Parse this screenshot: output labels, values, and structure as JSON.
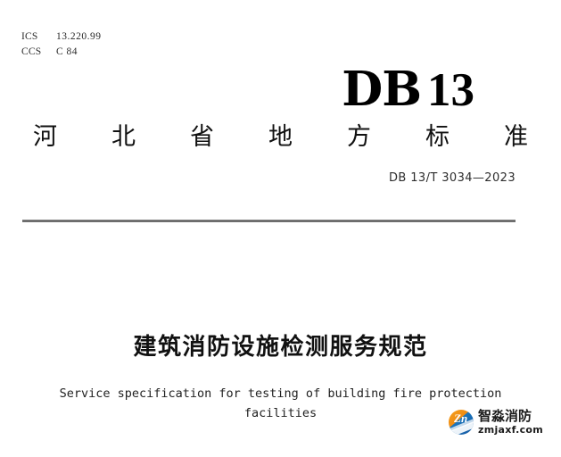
{
  "document": {
    "classification": {
      "ics_key": "ICS",
      "ics_value": "13.220.99",
      "ccs_key": "CCS",
      "ccs_value": "C 84"
    },
    "mark": {
      "letters": "DB",
      "number": "13"
    },
    "province_header": {
      "full_text": "河北省地方标准",
      "chars": [
        "河",
        "北",
        "省",
        "地",
        "方",
        "标",
        "准"
      ]
    },
    "standard_number": "DB 13/T  3034—2023",
    "title_cn": "建筑消防设施检测服务规范",
    "title_en_line1": "Service specification for testing of building fire protection",
    "title_en_line2": "facilities",
    "watermark": {
      "badge_letter": "Zn",
      "name": "智淼消防",
      "site": "zmjaxf.com",
      "color_orange": "#f0901a",
      "color_blue": "#1b6cb5"
    },
    "colors": {
      "background": "#ffffff",
      "text": "#1a1a1a",
      "rule": "#4a4a4a"
    }
  }
}
